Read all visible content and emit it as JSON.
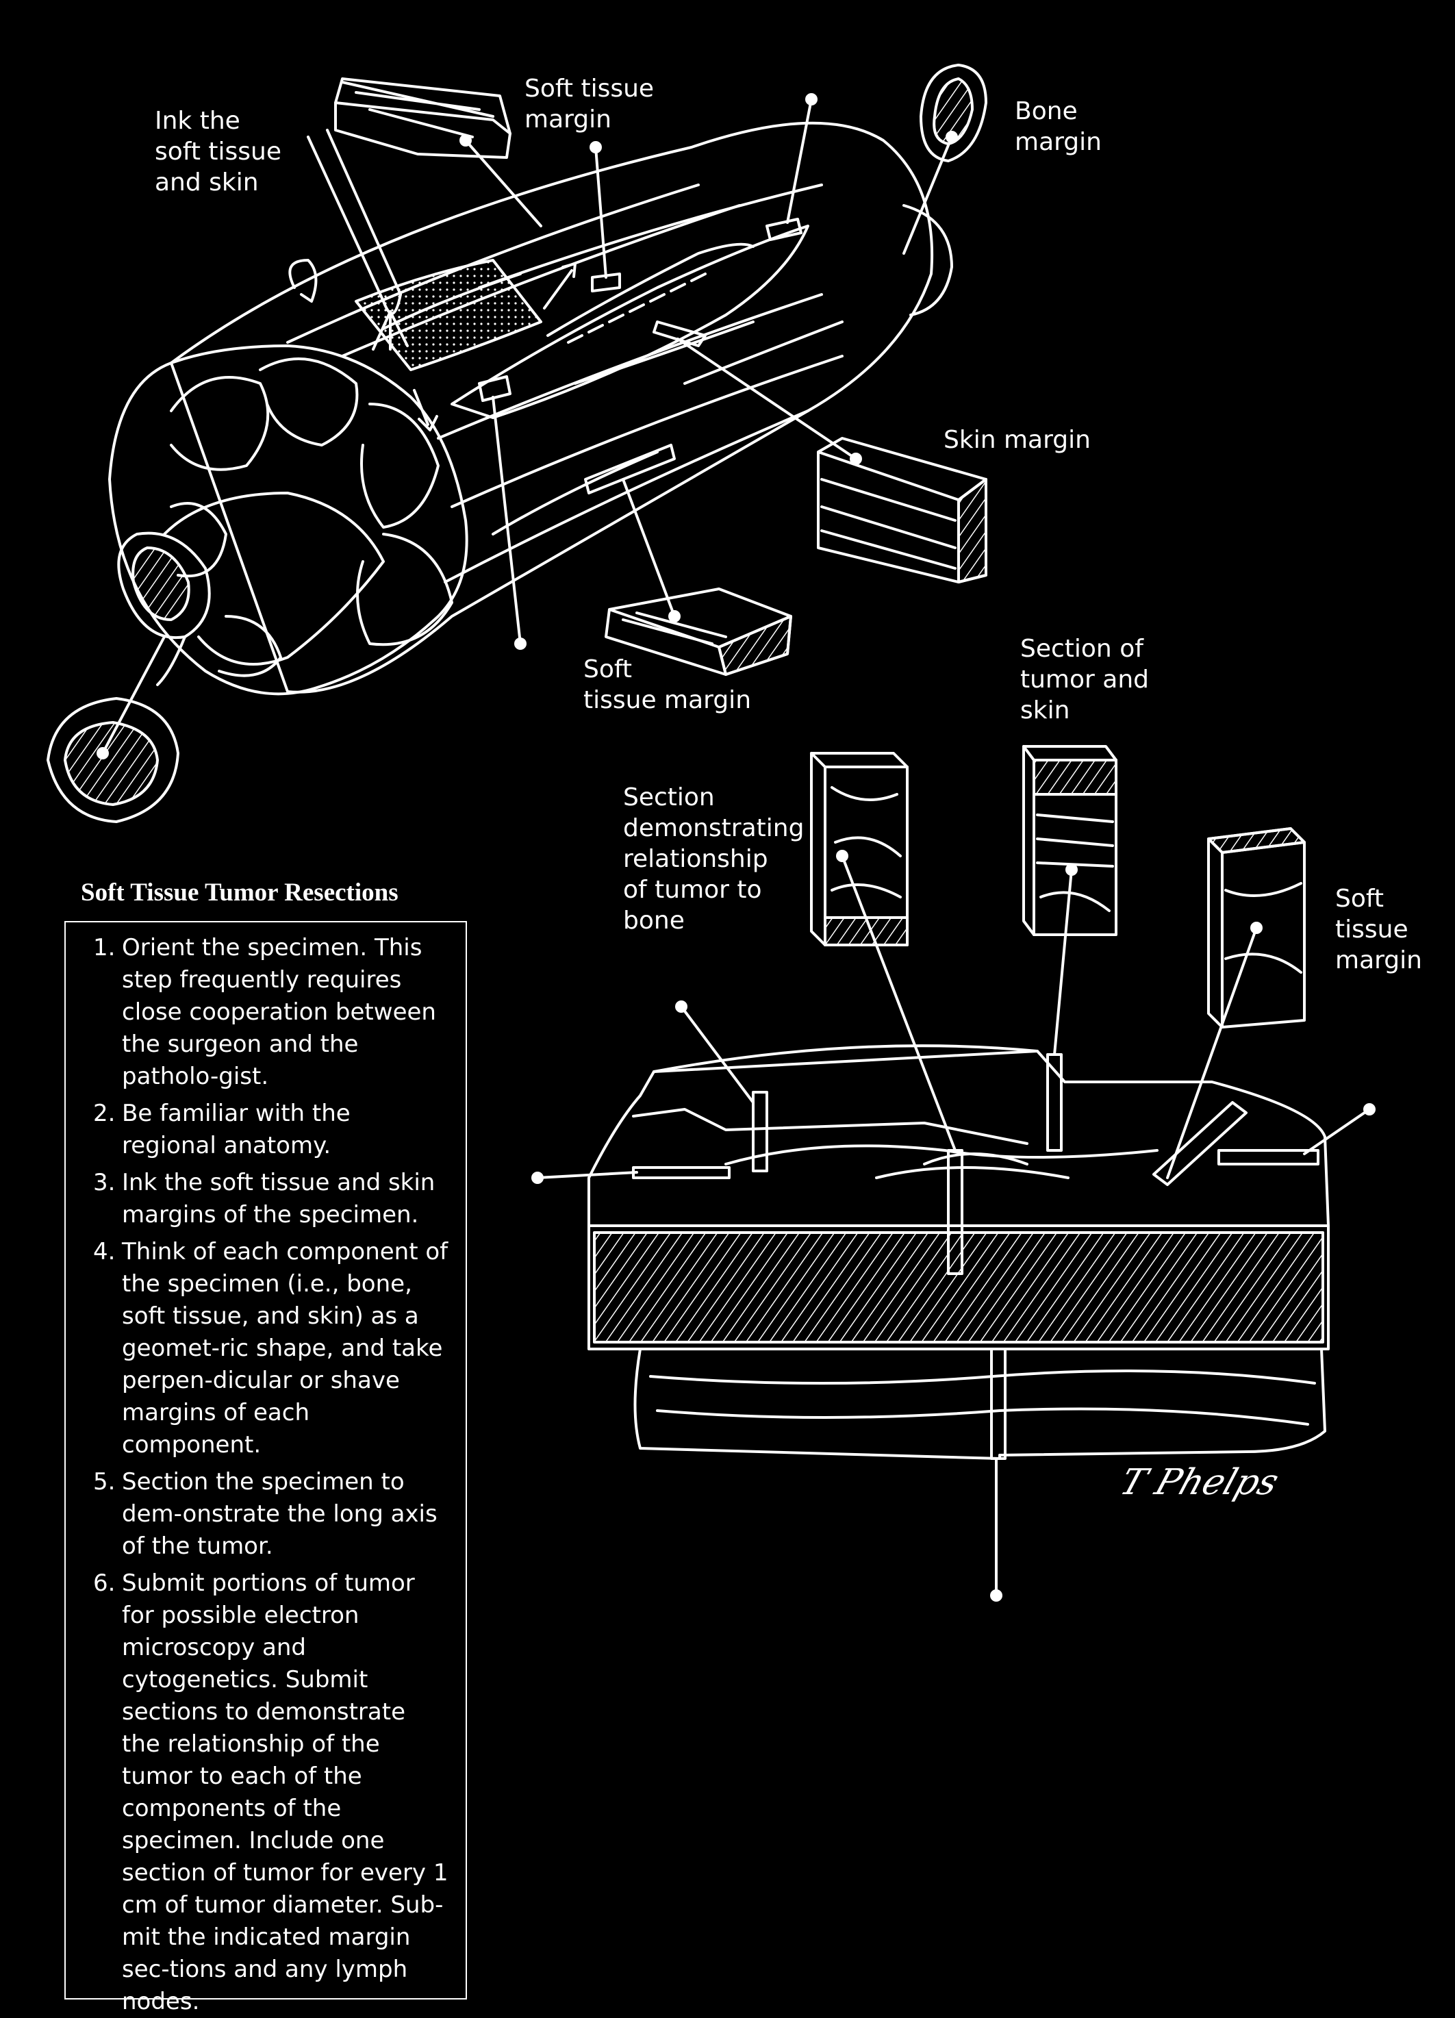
{
  "labels": {
    "ink": "Ink the\nsoft tissue\nand skin",
    "soft_top": "Soft tissue\nmargin",
    "bone_margin": "Bone\nmargin",
    "skin_margin": "Skin margin",
    "soft_bottom": "Soft\ntissue margin",
    "tumor_skin": "Section of\ntumor and\nskin",
    "tumor_bone": "Section\ndemonstrating\nrelationship\nof tumor to\nbone",
    "soft_right": "Soft\ntissue\nmargin"
  },
  "panel": {
    "title": "Soft Tissue Tumor Resections",
    "steps": [
      {
        "num": "1.",
        "text": "Orient the specimen. This step frequently requires close cooperation between the surgeon and the patholo-gist."
      },
      {
        "num": "2.",
        "text": "Be familiar with the regional anatomy."
      },
      {
        "num": "3.",
        "text": "Ink the soft tissue and skin margins of the specimen."
      },
      {
        "num": "4.",
        "text": "Think of each component of the specimen (i.e., bone, soft tissue, and skin) as a geomet-ric shape, and take perpen-dicular or shave margins of each component."
      },
      {
        "num": "5.",
        "text": "Section the specimen to dem-onstrate the long axis of the tumor."
      },
      {
        "num": "6.",
        "text": "Submit portions of tumor for possible electron microscopy and cytogenetics. Submit sections to demonstrate the relationship of the tumor to each of the components of the specimen. Include one section of tumor for every 1 cm of tumor diameter. Sub-mit the indicated margin sec-tions and any lymph nodes."
      }
    ]
  },
  "signature": "T Phelps"
}
